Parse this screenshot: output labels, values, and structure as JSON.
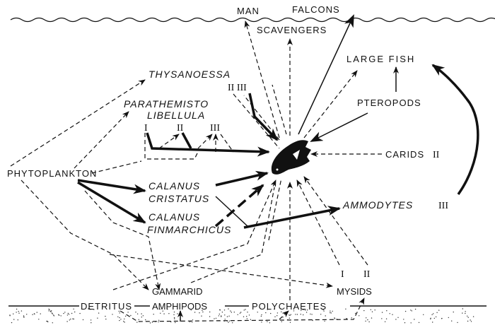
{
  "diagram": {
    "top": {
      "man": "MAN",
      "falcons": "FALCONS",
      "scavengers": "SCAVENGERS"
    },
    "large_fish": "LARGE FISH",
    "thysanoessa": {
      "name": "THYSANOESSA",
      "stages": "II III"
    },
    "parathemisto": {
      "line1": "PARATHEMISTO",
      "line2": "LIBELLULA",
      "stage1": "I",
      "stage2": "II",
      "stage3": "III"
    },
    "pteropods": "PTEROPODS",
    "carids": {
      "name": "CARIDS",
      "stage": "II"
    },
    "phytoplankton": "PHYTOPLANKTON",
    "calanus_cristatus": {
      "line1": "CALANUS",
      "line2": "CRISTATUS"
    },
    "calanus_finmarchicus": {
      "line1": "CALANUS",
      "line2": "FINMARCHICUS"
    },
    "ammodytes": {
      "name": "AMMODYTES",
      "stage": "III"
    },
    "gammarid": "GAMMARID",
    "mysids": {
      "name": "MYSIDS",
      "stage1": "I",
      "stage2": "II"
    },
    "bottom": {
      "detritus": "DETRITUS",
      "amphipods": "AMPHIPODS",
      "polychaetes": "POLYCHAETES"
    },
    "center_icon": "bird-silhouette"
  }
}
